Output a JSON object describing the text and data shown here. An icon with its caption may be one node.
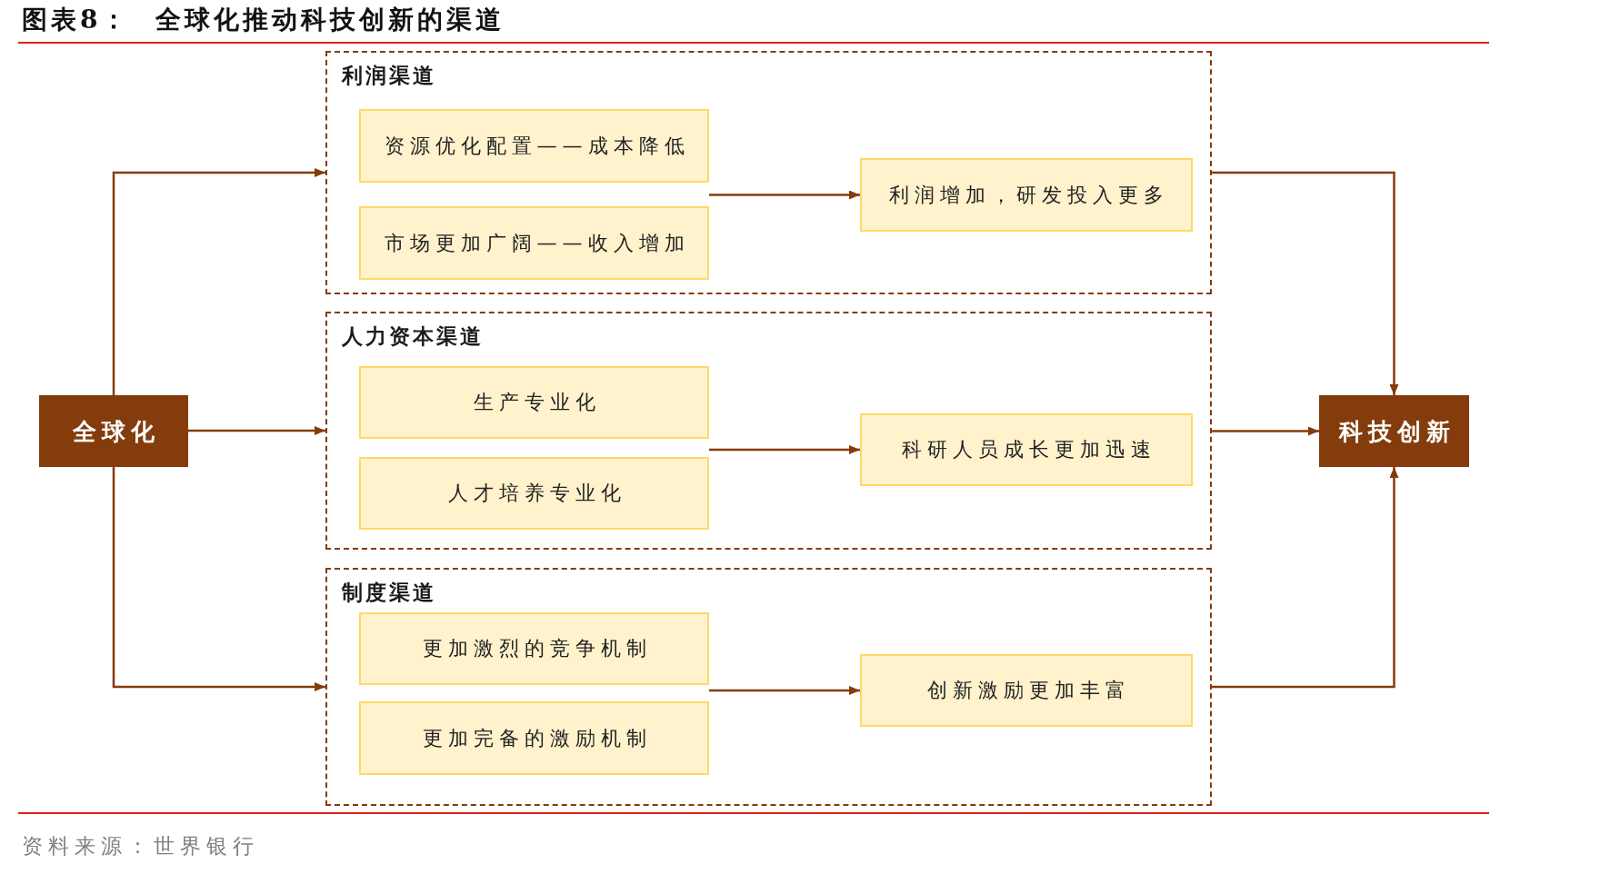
{
  "diagram": {
    "title": "图表8： 全球化推动科技创新的渠道",
    "caption": "资料来源：世界银行",
    "nodes": [
      {
        "text": [
          "全球化"
        ]
      },
      {
        "text": [
          "利润渠道"
        ]
      },
      {
        "text": [
          "资源优化配置——成本降低"
        ],
        "in": 1
      },
      {
        "text": [
          "市场更加广阔——收入增加"
        ],
        "in": 1
      },
      {
        "text": [
          "利润增加，研发投入更多"
        ],
        "in": 1
      },
      {
        "text": [
          "人力资本渠道"
        ]
      },
      {
        "text": [
          "生产专业化"
        ],
        "in": 5
      },
      {
        "text": [
          "人才培养专业化"
        ],
        "in": 5
      },
      {
        "text": [
          "科研人员成长更加迅速"
        ],
        "in": 5
      },
      {
        "text": [
          "制度渠道"
        ]
      },
      {
        "text": [
          "更加激烈的竞争机制"
        ],
        "in": 9
      },
      {
        "text": [
          "更加完备的激励机制"
        ],
        "in": 9
      },
      {
        "text": [
          "创新激励更加丰富"
        ],
        "in": 9
      },
      {
        "text": [
          "科技创新"
        ]
      }
    ],
    "edges": [
      {
        "from": 0,
        "to": 1,
        "arrow": "to"
      },
      {
        "from": 0,
        "to": 5,
        "arrow": "to"
      },
      {
        "from": 0,
        "to": 9,
        "arrow": "to"
      },
      {
        "from": 2,
        "to": 4,
        "arrow": "to"
      },
      {
        "from": 3,
        "to": 4,
        "arrow": "to"
      },
      {
        "from": 6,
        "to": 8,
        "arrow": "to"
      },
      {
        "from": 7,
        "to": 8,
        "arrow": "to"
      },
      {
        "from": 10,
        "to": 12,
        "arrow": "to"
      },
      {
        "from": 11,
        "to": 12,
        "arrow": "to"
      },
      {
        "from": 1,
        "to": 13,
        "arrow": "to"
      },
      {
        "from": 5,
        "to": 13,
        "arrow": "to"
      },
      {
        "from": 9,
        "to": 13,
        "arrow": "to"
      }
    ]
  }
}
